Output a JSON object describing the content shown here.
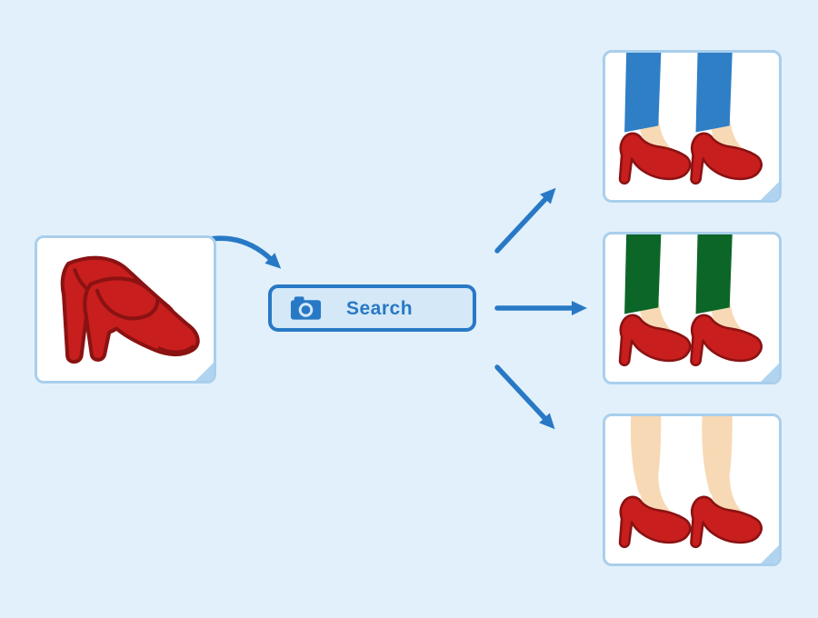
{
  "search_button": {
    "label": "Search",
    "icon": "camera-icon"
  },
  "query_card": {
    "label": "pair of red high heel shoes"
  },
  "results": [
    {
      "label": "red high heels worn with blue jeans",
      "legwear": "blue-jeans"
    },
    {
      "label": "red high heels worn with green pants",
      "legwear": "green-pants"
    },
    {
      "label": "red high heels worn with bare legs",
      "legwear": "bare-legs"
    }
  ],
  "colors": {
    "background": "#e2f0fb",
    "card-bg": "#ffffff",
    "card-border": "#a9cfec",
    "fold": "#b0d4f0",
    "accent-blue": "#2879c5",
    "button-bg": "#d4e8f8",
    "shoe-red": "#c81e1e",
    "shoe-dark": "#8b1212",
    "skin": "#f7d9b5",
    "jeans-blue": "#2e7fc6",
    "pants-green": "#0c6628"
  }
}
